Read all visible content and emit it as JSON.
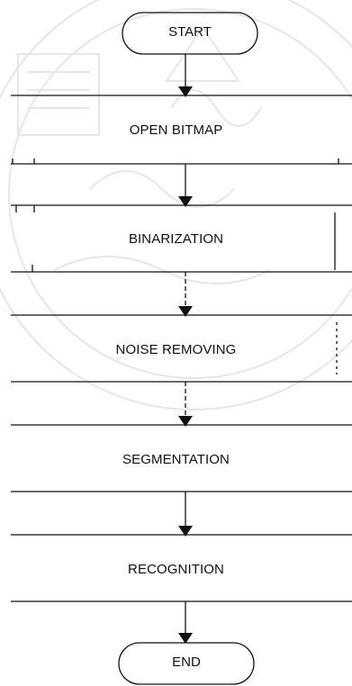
{
  "flowchart": {
    "start": "START",
    "steps": [
      "OPEN BITMAP",
      "BINARIZATION",
      "NOISE REMOVING",
      "SEGMENTATION",
      "RECOGNITION"
    ],
    "end": "END"
  },
  "watermark": {
    "description": "faint university seal watermark"
  },
  "colors": {
    "ink": "#111111",
    "watermark": "#e6e6e6"
  }
}
